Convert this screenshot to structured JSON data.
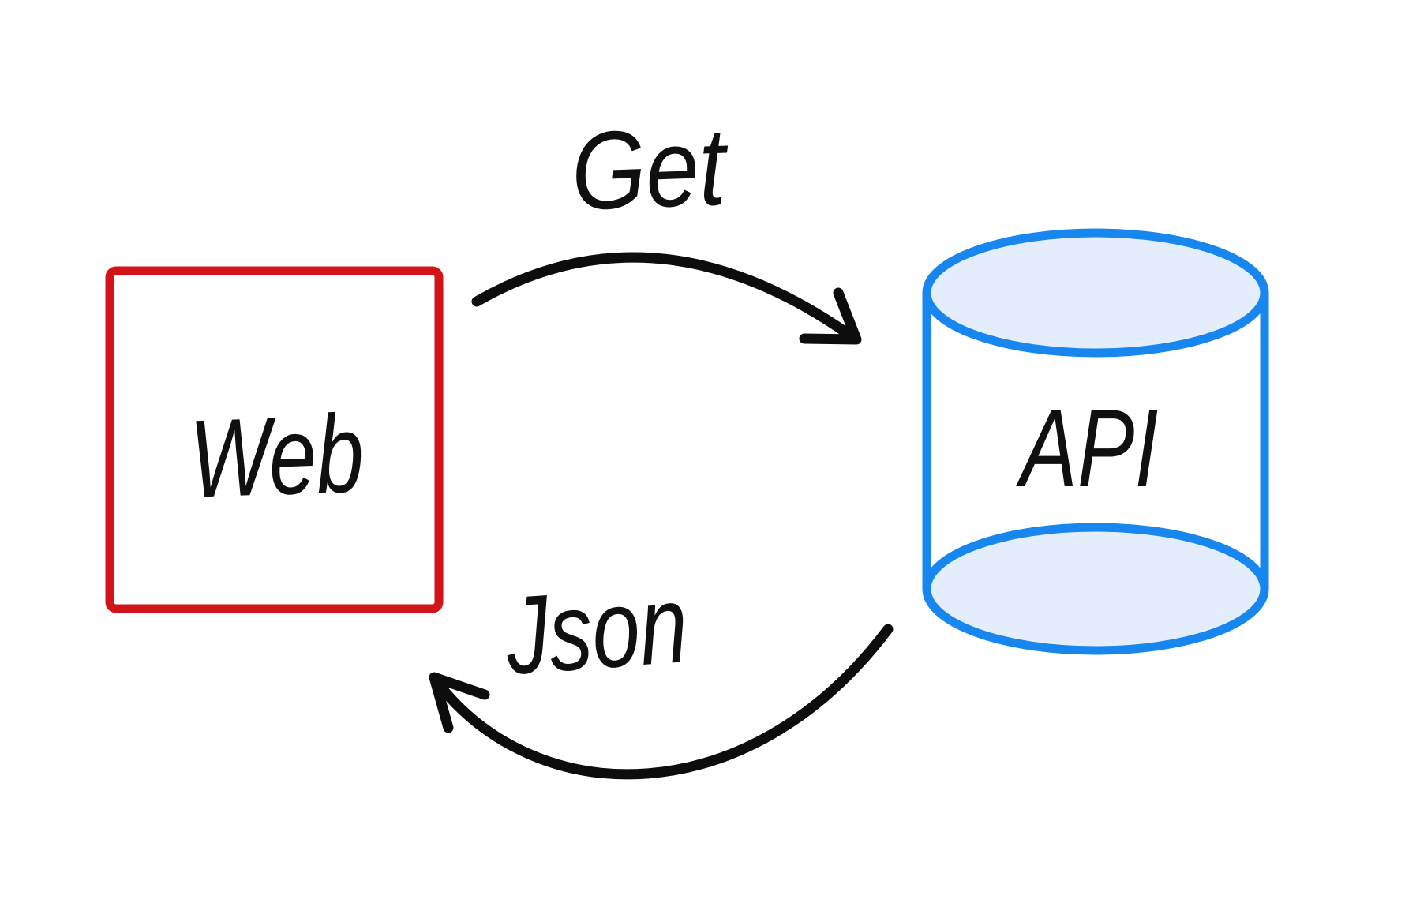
{
  "canvas": {
    "background_color": "#ffffff"
  },
  "diagram": {
    "nodes": [
      {
        "id": "web",
        "label": "Web",
        "shape": "rectangle",
        "stroke_color": "#d21419"
      },
      {
        "id": "api",
        "label": "API",
        "shape": "cylinder",
        "stroke_color": "#1787ef",
        "fill_color": "#e3edfc"
      }
    ],
    "edges": [
      {
        "id": "get",
        "label": "Get",
        "from": "web",
        "to": "api",
        "color": "#0d0d0d"
      },
      {
        "id": "json",
        "label": "Json",
        "from": "api",
        "to": "web",
        "color": "#0d0d0d"
      }
    ]
  }
}
